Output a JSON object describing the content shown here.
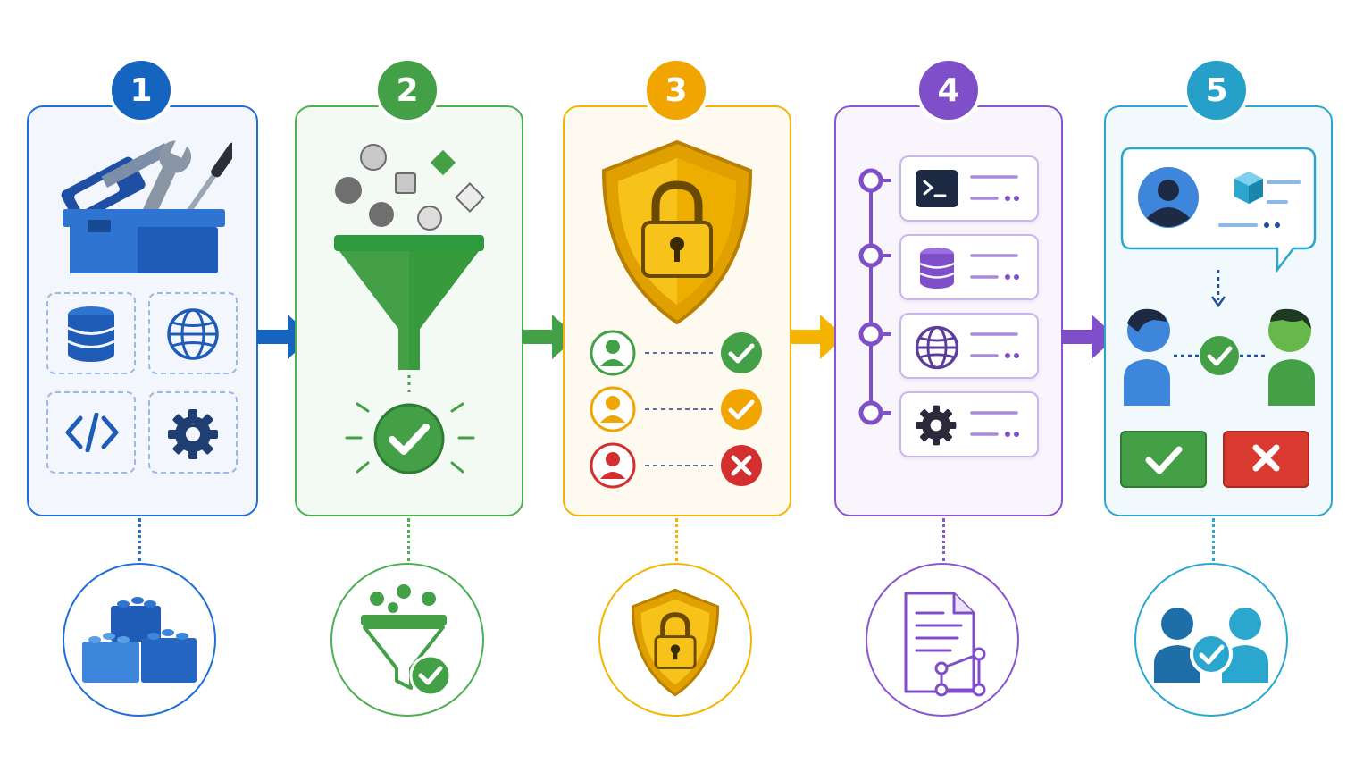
{
  "steps": [
    {
      "number": "1",
      "color": "#1565c0",
      "bg": "#f3f7fd",
      "icon": "toolbox-icon",
      "bottom_icon": "building-blocks-icon"
    },
    {
      "number": "2",
      "color": "#43a047",
      "bg": "#f3faf3",
      "icon": "funnel-filter-icon",
      "bottom_icon": "funnel-check-icon"
    },
    {
      "number": "3",
      "color": "#f0a500",
      "bg": "#fffaf0",
      "icon": "shield-lock-icon",
      "bottom_icon": "shield-lock-icon"
    },
    {
      "number": "4",
      "color": "#7e4fc9",
      "bg": "#f8f5fd",
      "icon": "pipeline-steps-icon",
      "bottom_icon": "document-graph-icon"
    },
    {
      "number": "5",
      "color": "#26a0c8",
      "bg": "#f1f9fc",
      "icon": "human-review-icon",
      "bottom_icon": "collaboration-check-icon"
    }
  ]
}
